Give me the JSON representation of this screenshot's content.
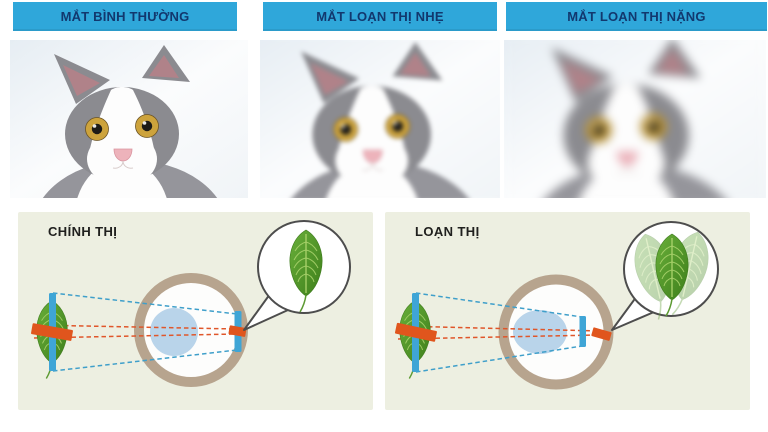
{
  "infographic_title": "Cat vision astigmatism comparison",
  "top_row": {
    "panels": [
      {
        "label": "MẮT BÌNH THƯỜNG",
        "vision_quality": "clear"
      },
      {
        "label": "MẮT LOẠN THỊ NHẸ",
        "vision_quality": "slightly-blurred"
      },
      {
        "label": "MẮT LOẠN THỊ NẶNG",
        "vision_quality": "heavily-blurred"
      }
    ]
  },
  "bottom_row": {
    "panels": [
      {
        "label": "CHÍNH THỊ",
        "depiction": "light rays focus on retina, single clear leaf seen"
      },
      {
        "label": "LOẠN THỊ",
        "depiction": "light rays focus at multiple points, overlapping blurred leaves seen"
      }
    ]
  },
  "colors": {
    "header_bar": "#2fa7da",
    "header_text": "#12386e",
    "panel_background": "#edefe1",
    "eye_ring": "#b7a48e",
    "lens_fill": "#b9d4ea",
    "bar_blue": "#3fa5d6",
    "bar_orange": "#e0551d",
    "ray_blue": "#3f9fca",
    "ray_red": "#e0562a",
    "leaf_green": "#4f9527"
  }
}
